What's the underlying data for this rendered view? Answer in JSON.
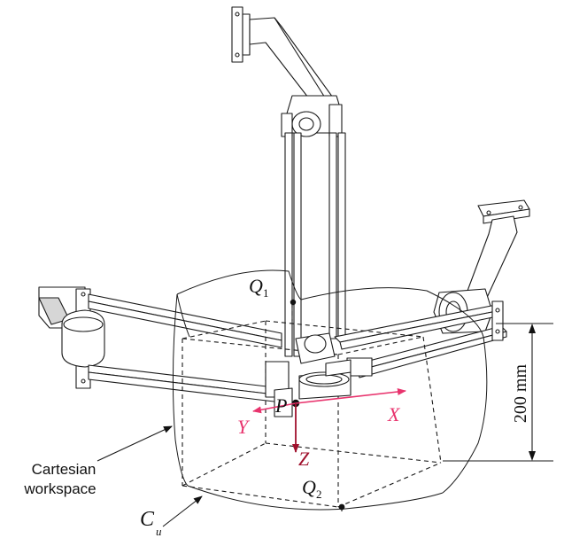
{
  "labels": {
    "q1": "Q",
    "q1_sub": "1",
    "q2": "Q",
    "q2_sub": "2",
    "p": "P",
    "x": "X",
    "y": "Y",
    "z": "Z",
    "cu": "C",
    "cu_sub": "u",
    "workspace_line1": "Cartesian",
    "workspace_line2": "workspace",
    "dimension": "200 mm"
  },
  "colors": {
    "axis_xy": "#e8336d",
    "axis_z": "#a0102c"
  }
}
